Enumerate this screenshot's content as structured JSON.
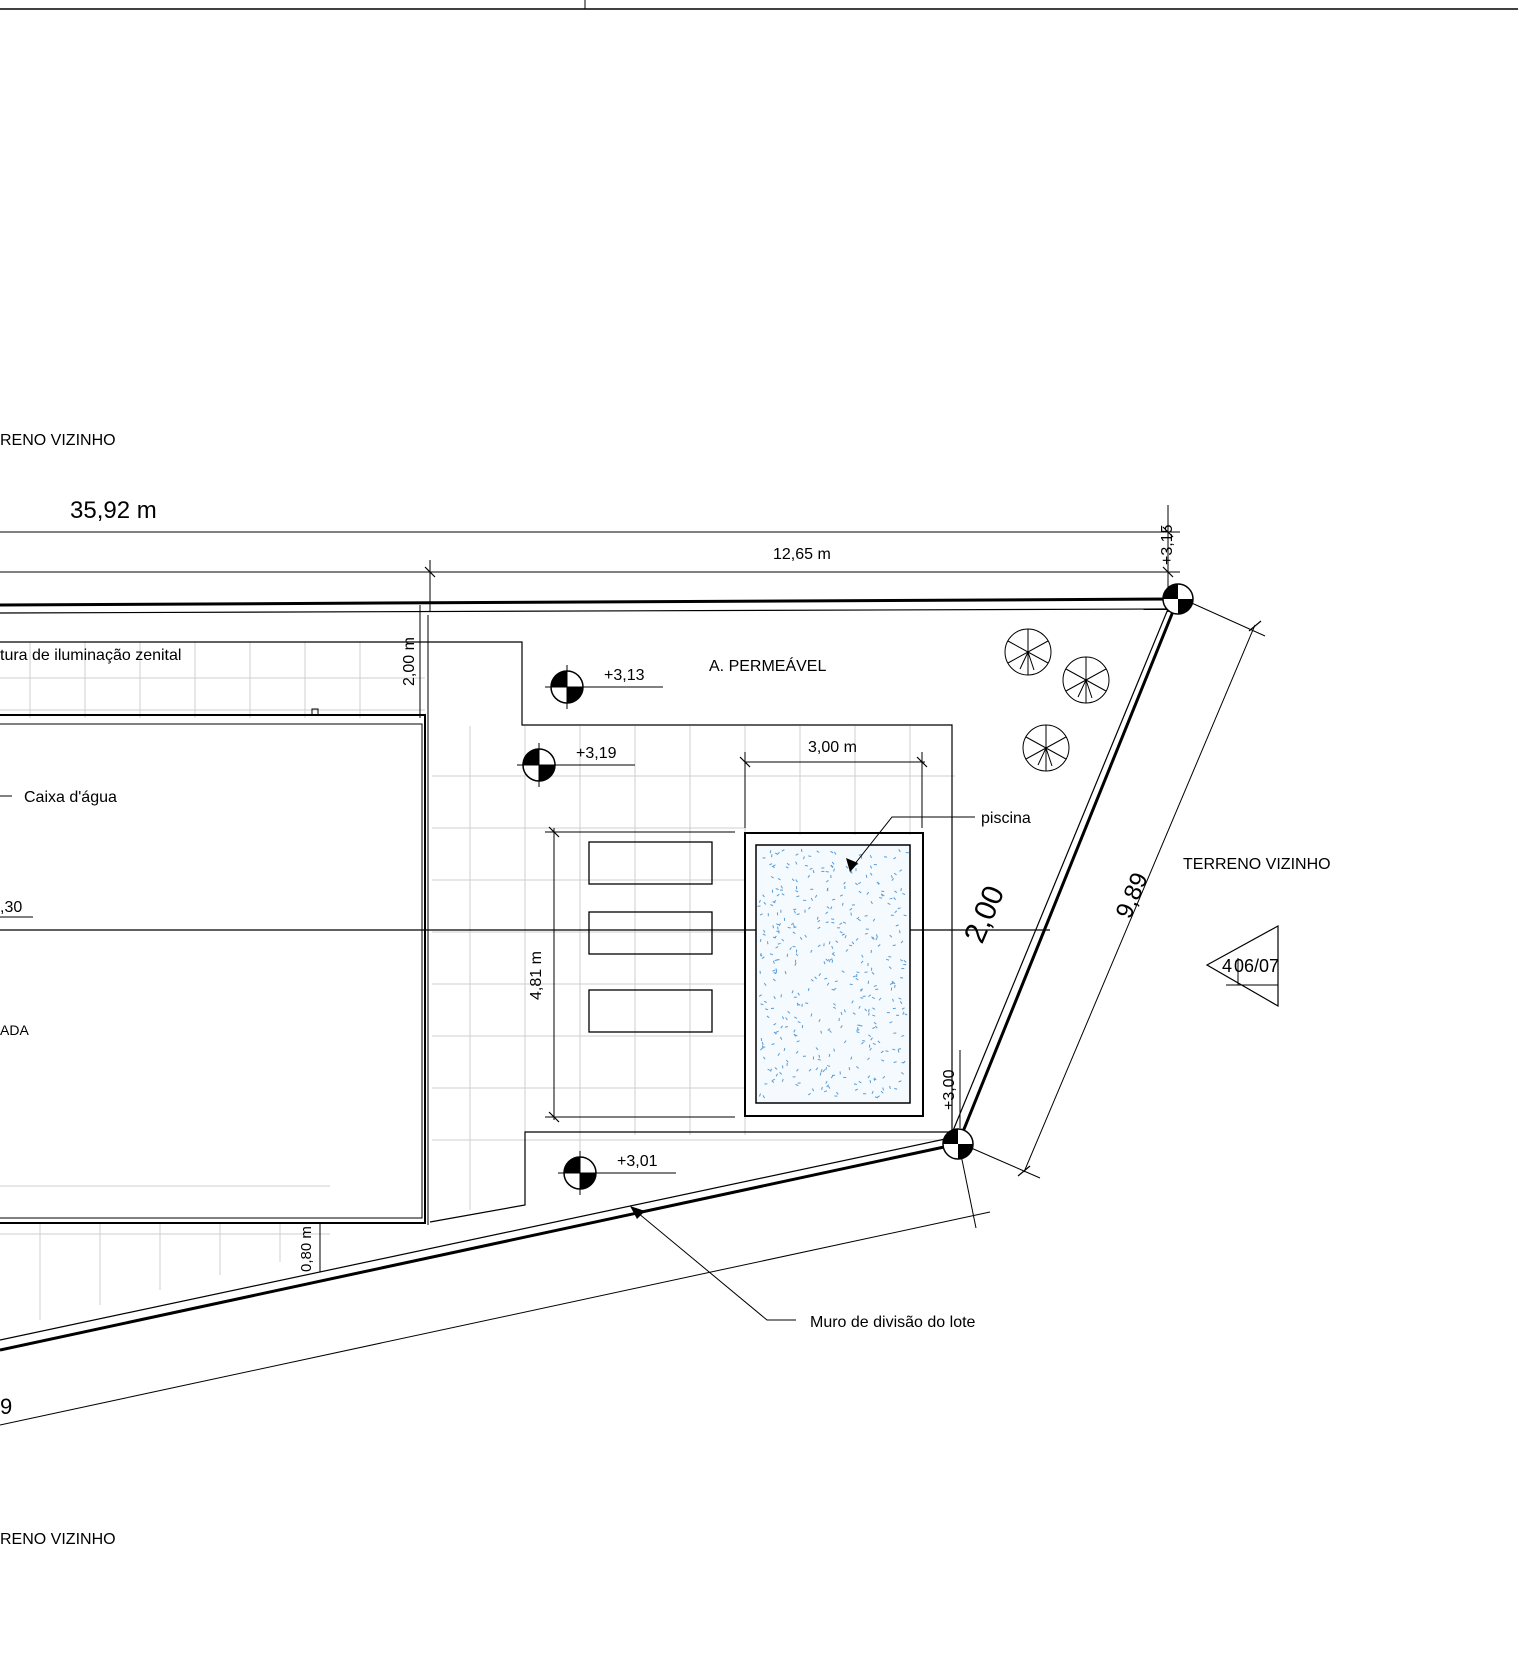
{
  "labels": {
    "terreno_top": "RENO VIZINHO",
    "terreno_right": "TERRENO VIZINHO",
    "terreno_bottom": "RENO VIZINHO",
    "a_permeavel": "A. PERMEÁVEL",
    "abertura": "tura de iluminação zenital",
    "caixa": "Caixa d'água",
    "ada": "ADA",
    "piscina": "piscina",
    "muro": "Muro de divisão do lote",
    "section_ref": "4",
    "section_sheet": "06/07"
  },
  "dimensions": {
    "total_top": "35,92 m",
    "top_right": "12,65 m",
    "pool_width": "3,00 m",
    "pool_length": "4,81 m",
    "side_right": "9,89",
    "big_2": "2,00",
    "vertical_2m": "2,00 m",
    "setback": "0,80 m",
    "left_30": ",30",
    "bottom_partial": "9"
  },
  "levels": {
    "l_313": "+3,13",
    "l_319": "+3,19",
    "l_301": "+3,01",
    "l_315": "+3,15",
    "l_300": "+3,00"
  },
  "colors": {
    "line": "#000000",
    "grid": "#cfcfcf",
    "water_dots": "#5b9bd5"
  }
}
